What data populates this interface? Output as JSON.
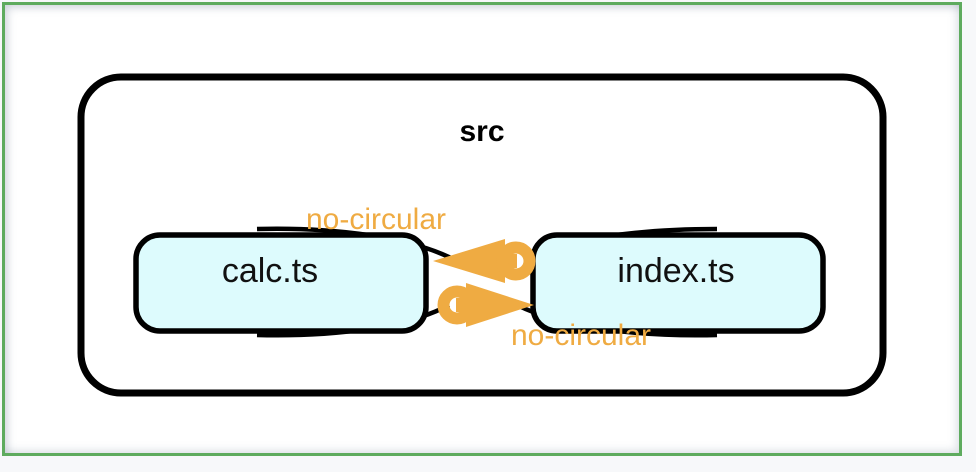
{
  "frame": {
    "border_color": "#5eab5e",
    "background_color": "#ffffff",
    "page_background_color": "#f7f8fa"
  },
  "diagram": {
    "type": "dependency-graph",
    "cluster": {
      "id": "src",
      "title": "src",
      "title_color": "#000000",
      "stroke_color": "#000000"
    },
    "nodes": [
      {
        "id": "calc",
        "label": "calc.ts",
        "fill_color": "#ddfbfd",
        "stroke_color": "#000000"
      },
      {
        "id": "index",
        "label": "index.ts",
        "fill_color": "#ddfbfd",
        "stroke_color": "#000000"
      }
    ],
    "edges": [
      {
        "id": "edge-index-to-calc",
        "from": "index",
        "to": "calc",
        "label": "no-circular",
        "label_color": "#efab42",
        "arrow_direction": "left",
        "marker_color": "#efab42"
      },
      {
        "id": "edge-calc-to-index",
        "from": "calc",
        "to": "index",
        "label": "no-circular",
        "label_color": "#efab42",
        "arrow_direction": "right",
        "marker_color": "#efab42"
      }
    ]
  }
}
